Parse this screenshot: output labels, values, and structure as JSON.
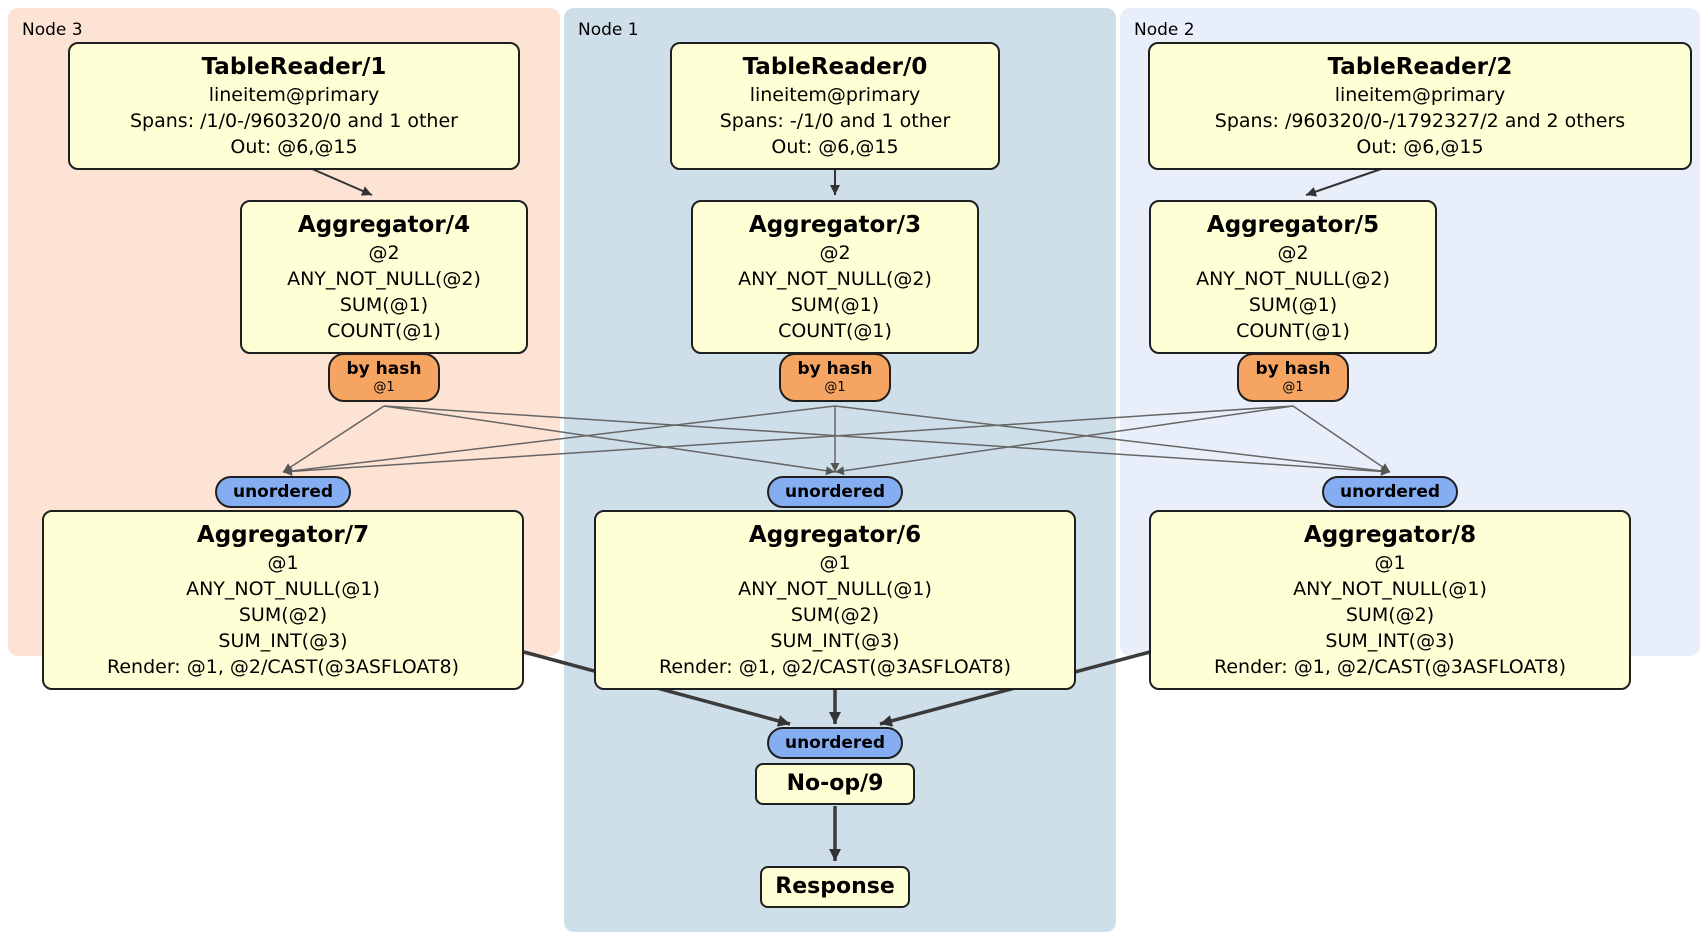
{
  "colors": {
    "node3_bg": "#fce3d4",
    "node1_bg": "#cfdfe9",
    "node2_bg": "#e8effb",
    "processor_bg": "#ffffd6",
    "hash_router_bg": "#f6a462",
    "stream_bg": "#85adf2",
    "border": "#1f1f1f"
  },
  "regions": [
    {
      "label": "Node 3"
    },
    {
      "label": "Node 1"
    },
    {
      "label": "Node 2"
    }
  ],
  "columns": [
    {
      "node": "Node 3",
      "tablereader": {
        "title": "TableReader/1",
        "table": "lineitem@primary",
        "spans": "Spans: /1/0-/960320/0 and 1 other",
        "out": "Out: @6,@15"
      },
      "aggregator_top": {
        "title": "Aggregator/4",
        "group": "@2",
        "exprs": [
          "ANY_NOT_NULL(@2)",
          "SUM(@1)",
          "COUNT(@1)"
        ]
      },
      "router": {
        "label": "by hash",
        "key": "@1"
      },
      "stream": {
        "label": "unordered"
      },
      "aggregator_bottom": {
        "title": "Aggregator/7",
        "group": "@1",
        "exprs": [
          "ANY_NOT_NULL(@1)",
          "SUM(@2)",
          "SUM_INT(@3)",
          "Render: @1, @2/CAST(@3ASFLOAT8)"
        ]
      }
    },
    {
      "node": "Node 1",
      "tablereader": {
        "title": "TableReader/0",
        "table": "lineitem@primary",
        "spans": "Spans: -/1/0 and 1 other",
        "out": "Out: @6,@15"
      },
      "aggregator_top": {
        "title": "Aggregator/3",
        "group": "@2",
        "exprs": [
          "ANY_NOT_NULL(@2)",
          "SUM(@1)",
          "COUNT(@1)"
        ]
      },
      "router": {
        "label": "by hash",
        "key": "@1"
      },
      "stream": {
        "label": "unordered"
      },
      "aggregator_bottom": {
        "title": "Aggregator/6",
        "group": "@1",
        "exprs": [
          "ANY_NOT_NULL(@1)",
          "SUM(@2)",
          "SUM_INT(@3)",
          "Render: @1, @2/CAST(@3ASFLOAT8)"
        ]
      }
    },
    {
      "node": "Node 2",
      "tablereader": {
        "title": "TableReader/2",
        "table": "lineitem@primary",
        "spans": "Spans: /960320/0-/1792327/2 and 2 others",
        "out": "Out: @6,@15"
      },
      "aggregator_top": {
        "title": "Aggregator/5",
        "group": "@2",
        "exprs": [
          "ANY_NOT_NULL(@2)",
          "SUM(@1)",
          "COUNT(@1)"
        ]
      },
      "router": {
        "label": "by hash",
        "key": "@1"
      },
      "stream": {
        "label": "unordered"
      },
      "aggregator_bottom": {
        "title": "Aggregator/8",
        "group": "@1",
        "exprs": [
          "ANY_NOT_NULL(@1)",
          "SUM(@2)",
          "SUM_INT(@3)",
          "Render: @1, @2/CAST(@3ASFLOAT8)"
        ]
      }
    }
  ],
  "sink": {
    "stream": {
      "label": "unordered"
    },
    "noop": "No-op/9",
    "response": "Response"
  }
}
